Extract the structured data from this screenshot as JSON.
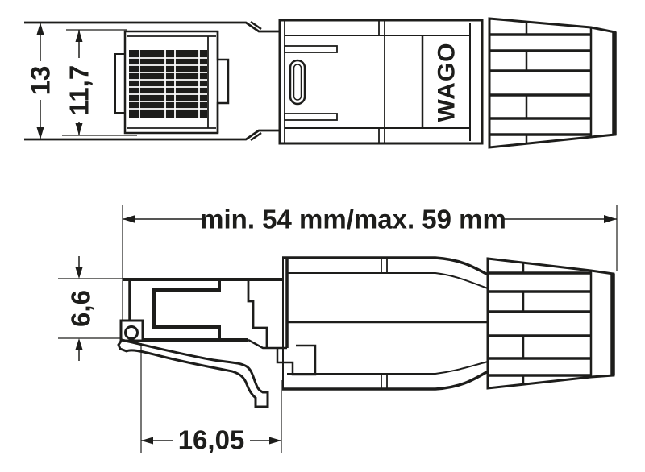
{
  "drawing": {
    "background": "#ffffff",
    "line_color": "#1d1d1b",
    "top_view": {
      "logo": "WAGO",
      "overall_height": "13",
      "plug_height": "11,7"
    },
    "side_view": {
      "length_range": "min. 54 mm/max. 59 mm",
      "latch_height": "6,6",
      "plug_depth": "16,05"
    }
  }
}
